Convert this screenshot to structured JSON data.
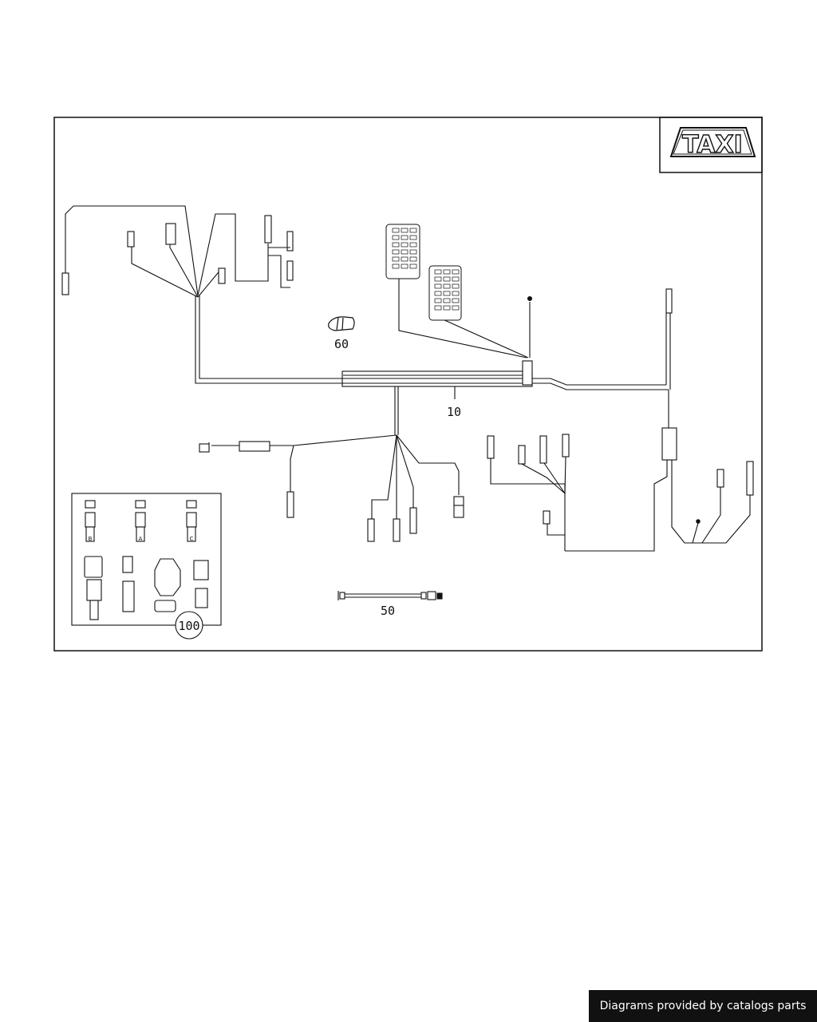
{
  "diagram": {
    "badge_text": "TAXI",
    "callouts": {
      "harness": "10",
      "cable": "50",
      "clip": "60",
      "connector_kit": "100"
    },
    "connector_letters": [
      "B",
      "A",
      "C"
    ]
  },
  "footer": {
    "credit": "Diagrams provided by catalogs parts"
  },
  "colors": {
    "line": "#111111",
    "background": "#ffffff",
    "footer_bg": "#111111"
  }
}
